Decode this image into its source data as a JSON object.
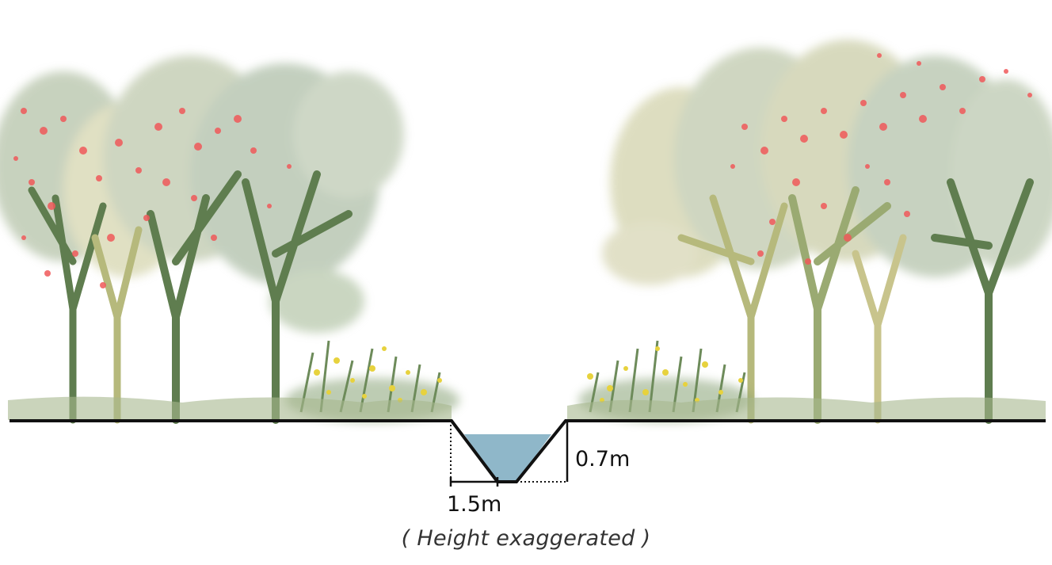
{
  "dimensions": {
    "width_label": "1.5m",
    "depth_label": "0.7m"
  },
  "caption": "( Height exaggerated )",
  "colors": {
    "water": "#8fb7c9",
    "ground_line": "#111111",
    "trunk_dark": "#5f7d4f",
    "trunk_light": "#b6b97c",
    "foliage_green": "#8fa480",
    "foliage_olive": "#b6b97c",
    "blossom": "#f0595a",
    "flower_yellow": "#e7d23d"
  }
}
